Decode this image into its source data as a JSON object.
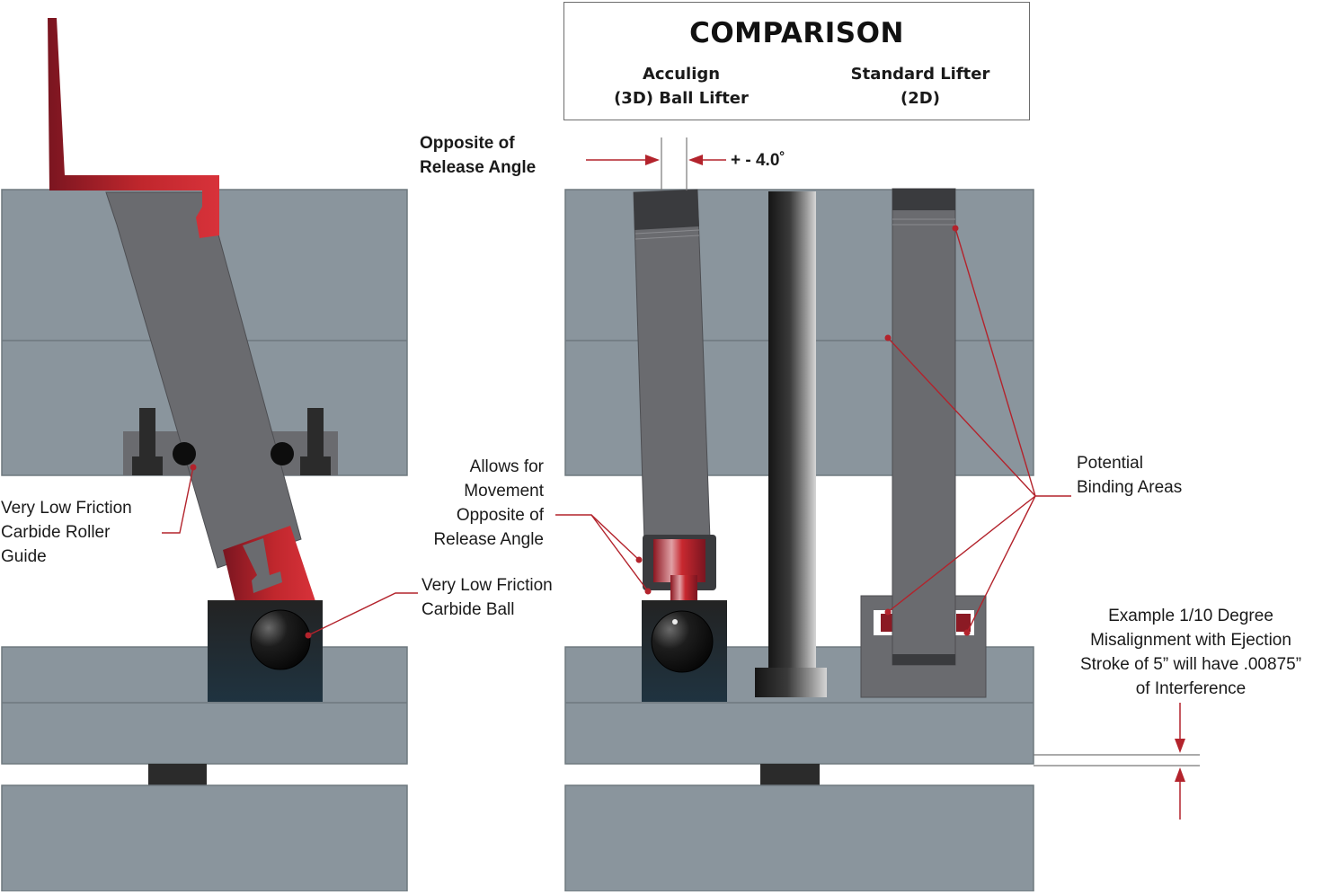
{
  "comparison": {
    "title": "COMPARISON",
    "left_heading": "Acculign\n(3D) Ball Lifter",
    "right_heading": "Standard Lifter\n(2D)"
  },
  "labels": {
    "opposite_release_angle": "Opposite of\nRelease Angle",
    "angle_value": "+ - 4.0˚",
    "roller_guide": "Very Low Friction\nCarbide Roller\nGuide",
    "carbide_ball": "Very Low Friction\nCarbide Ball",
    "allows_movement": "Allows for\nMovement\nOpposite of\nRelease Angle",
    "binding_areas": "Potential\nBinding Areas",
    "misalignment_example": "Example 1/10 Degree\nMisalignment with Ejection\nStroke of 5” will have .00875”\nof Interference"
  },
  "colors": {
    "plate": "#8a959d",
    "plate_edge": "#6e787f",
    "lifter": "#6a6b6f",
    "accent_red": "#c0272d",
    "dark_red": "#8b1a24",
    "block_dark": "#222b30",
    "leader": "#b3232c"
  }
}
